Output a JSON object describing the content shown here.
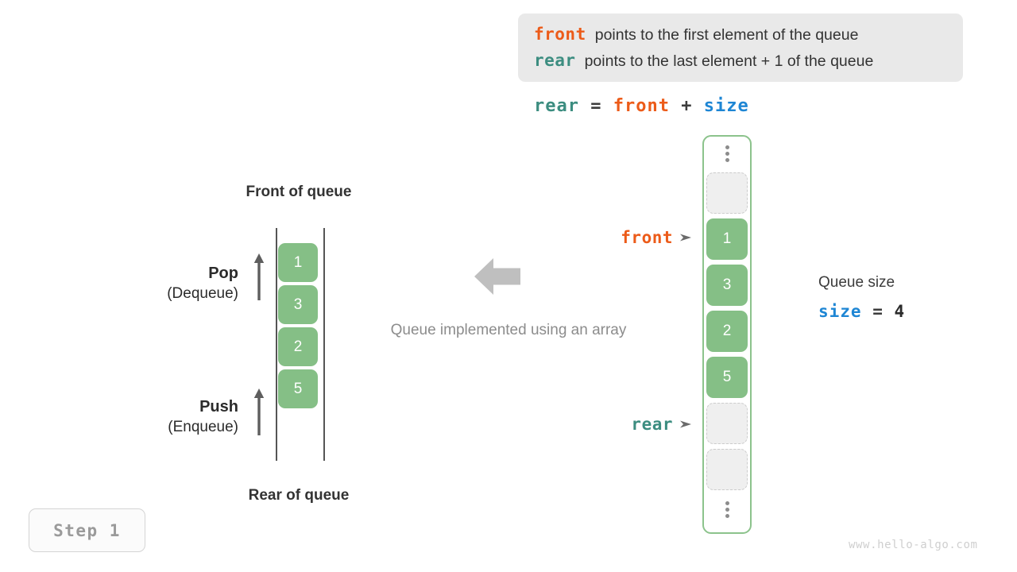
{
  "info_box": {
    "lines": [
      {
        "keyword": "front",
        "keyword_color": "#ec5b19",
        "text": "points to the first element of the queue"
      },
      {
        "keyword": "rear",
        "keyword_color": "#3c8d80",
        "text": "points to the last element + 1 of the queue"
      }
    ]
  },
  "formula": {
    "rear": "rear",
    "equals": " = ",
    "front": "front",
    "plus": " + ",
    "size": "size"
  },
  "left_panel": {
    "front_label": "Front of queue",
    "rear_label": "Rear of queue",
    "pop": {
      "title": "Pop",
      "subtitle": "(Dequeue)"
    },
    "push": {
      "title": "Push",
      "subtitle": "(Enqueue)"
    },
    "boxes": [
      "1",
      "3",
      "2",
      "5"
    ]
  },
  "center": {
    "caption": "Queue implemented using an array",
    "arrow_direction": "left",
    "arrow_color": "#bfbfbf"
  },
  "array": {
    "cells": [
      {
        "type": "dots",
        "value": ""
      },
      {
        "type": "empty",
        "value": ""
      },
      {
        "type": "filled",
        "value": "1"
      },
      {
        "type": "filled",
        "value": "3"
      },
      {
        "type": "filled",
        "value": "2"
      },
      {
        "type": "filled",
        "value": "5"
      },
      {
        "type": "empty",
        "value": ""
      },
      {
        "type": "empty",
        "value": ""
      },
      {
        "type": "dots",
        "value": ""
      }
    ],
    "pointers": {
      "front": "front",
      "rear": "rear"
    }
  },
  "size_panel": {
    "label": "Queue size",
    "var": "size",
    "equals": " = ",
    "value": "4"
  },
  "step_badge": "Step 1",
  "watermark": "www.hello-algo.com",
  "colors": {
    "front": "#ec5b19",
    "rear": "#3c8d80",
    "size": "#1e86d4",
    "element_green": "#85bf86",
    "container_border": "#8cc38c",
    "empty_fill": "#efefef",
    "empty_border": "#cccccc",
    "muted": "#8c8c8c",
    "callout_bg": "#e9e9e9"
  }
}
